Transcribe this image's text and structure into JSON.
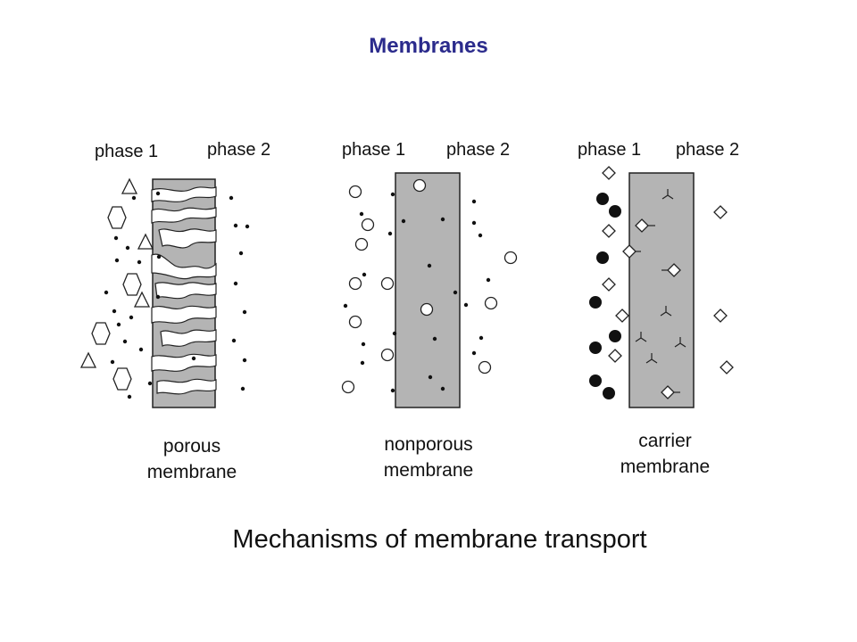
{
  "title": "Membranes",
  "panels": [
    {
      "phase1": "phase 1",
      "phase2": "phase 2",
      "label_line1": "porous",
      "label_line2": "membrane"
    },
    {
      "phase1": "phase 1",
      "phase2": "phase 2",
      "label_line1": "nonporous",
      "label_line2": "membrane"
    },
    {
      "phase1": "phase 1",
      "phase2": "phase 2",
      "label_line1": "carrier",
      "label_line2": "membrane"
    }
  ],
  "caption": "Mechanisms of membrane transport",
  "colors": {
    "title": "#2b2b8c",
    "membrane_fill": "#b4b4b4",
    "outline": "#222222"
  }
}
